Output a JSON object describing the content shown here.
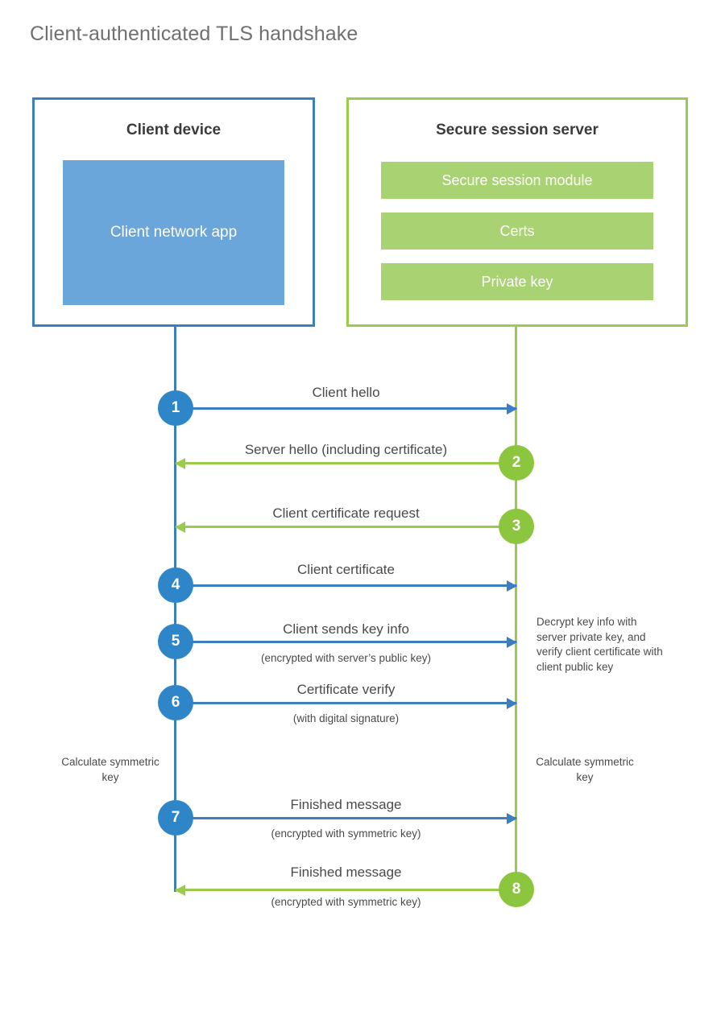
{
  "title": "Client-authenticated TLS handshake",
  "colors": {
    "client_border": "#3c7ebf",
    "client_fill": "#6aa6d9",
    "client_step": "#2e86c8",
    "server_border": "#9bcb4c",
    "server_fill": "#a9d372",
    "server_step": "#8cc63f",
    "title_text": "#6f7072",
    "body_text": "#4a4a4c",
    "background": "#ffffff"
  },
  "client": {
    "title": "Client device",
    "app_label": "Client network app"
  },
  "server": {
    "title": "Secure session server",
    "blocks": [
      {
        "label": "Secure session module"
      },
      {
        "label": "Certs"
      },
      {
        "label": "Private key"
      }
    ]
  },
  "notes": {
    "server_decrypt": "Decrypt key info with server private key, and verify client certificate with client public key",
    "client_calculate": "Calculate symmetric key",
    "server_calculate": "Calculate symmetric key"
  },
  "steps": [
    {
      "number": "1",
      "label": "Client hello",
      "sublabel": "",
      "direction": "client-to-server",
      "origin": "client"
    },
    {
      "number": "2",
      "label": "Server hello (including certificate)",
      "sublabel": "",
      "direction": "server-to-client",
      "origin": "server"
    },
    {
      "number": "3",
      "label": "Client certificate request",
      "sublabel": "",
      "direction": "server-to-client",
      "origin": "server"
    },
    {
      "number": "4",
      "label": "Client certificate",
      "sublabel": "",
      "direction": "client-to-server",
      "origin": "client"
    },
    {
      "number": "5",
      "label": "Client sends key info",
      "sublabel": "(encrypted with server’s public key)",
      "direction": "client-to-server",
      "origin": "client"
    },
    {
      "number": "6",
      "label": "Certificate verify",
      "sublabel": "(with digital signature)",
      "direction": "client-to-server",
      "origin": "client"
    },
    {
      "number": "7",
      "label": "Finished message",
      "sublabel": "(encrypted with symmetric key)",
      "direction": "client-to-server",
      "origin": "client"
    },
    {
      "number": "8",
      "label": "Finished message",
      "sublabel": "(encrypted with symmetric key)",
      "direction": "server-to-client",
      "origin": "server"
    }
  ]
}
